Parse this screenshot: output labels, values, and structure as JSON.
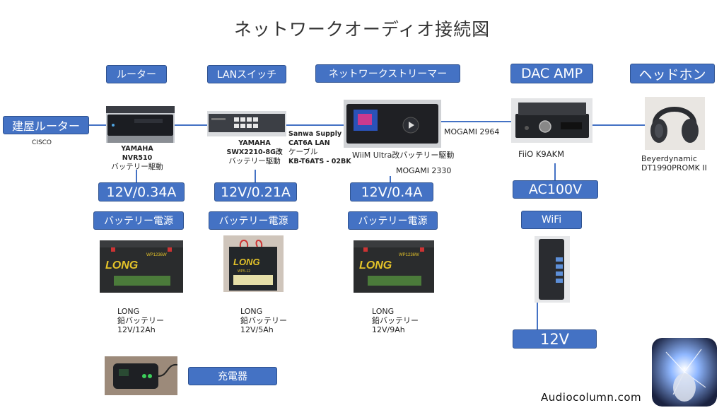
{
  "title": "ネットワークオーディオ接続図",
  "labels": {
    "building_router": "建屋ルーター",
    "router": "ルーター",
    "lan_switch": "LANスイッチ",
    "streamer": "ネットワークストリーマー",
    "dac_amp": "DAC AMP",
    "headphone": "ヘッドホン",
    "power_router": "12V/0.34A",
    "power_switch": "12V/0.21A",
    "power_streamer": "12V/0.4A",
    "power_dac": "AC100V",
    "battery_1": "バッテリー電源",
    "battery_2": "バッテリー電源",
    "battery_3": "バッテリー電源",
    "wifi": "WiFi",
    "wifi_power": "12V",
    "charger": "充電器"
  },
  "captions": {
    "cisco": "CISCO",
    "router": [
      "YAMAHA",
      "NVR510",
      "バッテリー駆動"
    ],
    "switch": [
      "YAMAHA",
      "SWX2210-8G改",
      "バッテリー駆動"
    ],
    "cable": [
      "Sanwa Supply",
      "CAT6A LAN",
      "ケーブル",
      "KB-T6ATS - 02BK"
    ],
    "streamer": "WiiM Ultra改バッテリー駆動",
    "mogami_2330": "MOGAMI 2330",
    "mogami_2964": "MOGAMI 2964",
    "dac": "FiiO K9AKM",
    "headphone": [
      "Beyerdynamic",
      "DT1990PROMK II"
    ],
    "battery_1": [
      "LONG",
      "鉛バッテリー",
      "12V/12Ah"
    ],
    "battery_2": [
      "LONG",
      "鉛バッテリー",
      "12V/5Ah"
    ],
    "battery_3": [
      "LONG",
      "鉛バッテリー",
      "12V/9Ah"
    ]
  },
  "photo_text": {
    "long_logo": "LONG",
    "model_12ah": "WP1236W",
    "model_9ah": "WP1236W",
    "model_5ah": "WP5-12"
  },
  "footer": {
    "site": "Audiocolumn.com"
  },
  "colors": {
    "box_fill": "#4472c4",
    "box_border": "#2f528f",
    "line": "#4472c4"
  }
}
